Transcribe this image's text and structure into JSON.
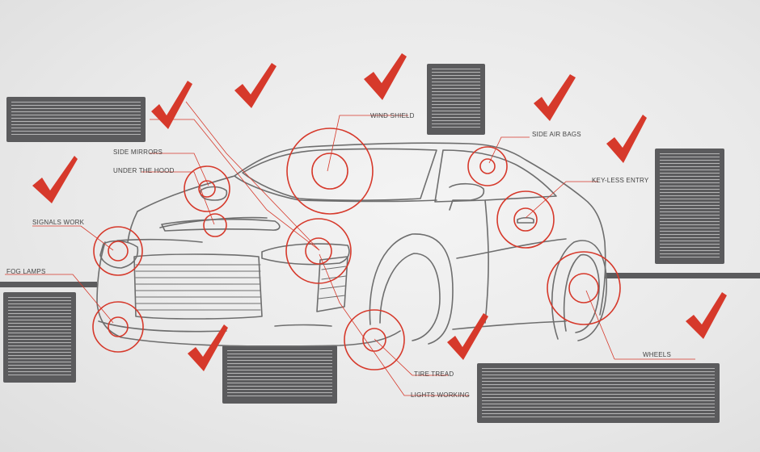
{
  "colors": {
    "accent": "#d6392b",
    "box": "#5b5b5d",
    "line": "#6e6e6e"
  },
  "labels": {
    "wind_shield": "WIND SHIELD",
    "side_air_bags": "SIDE AIR BAGS",
    "key_less_entry": "KEY-LESS ENTRY",
    "side_mirrors": "SIDE MIRRORS",
    "under_the_hood": "UNDER THE HOOD",
    "signals_work": "SIGNALS WORK",
    "fog_lamps": "FOG LAMPS",
    "tire_tread": "TIRE TREAD",
    "lights_working": "LIGHTS WORKING",
    "wheels": "WHEELS"
  }
}
